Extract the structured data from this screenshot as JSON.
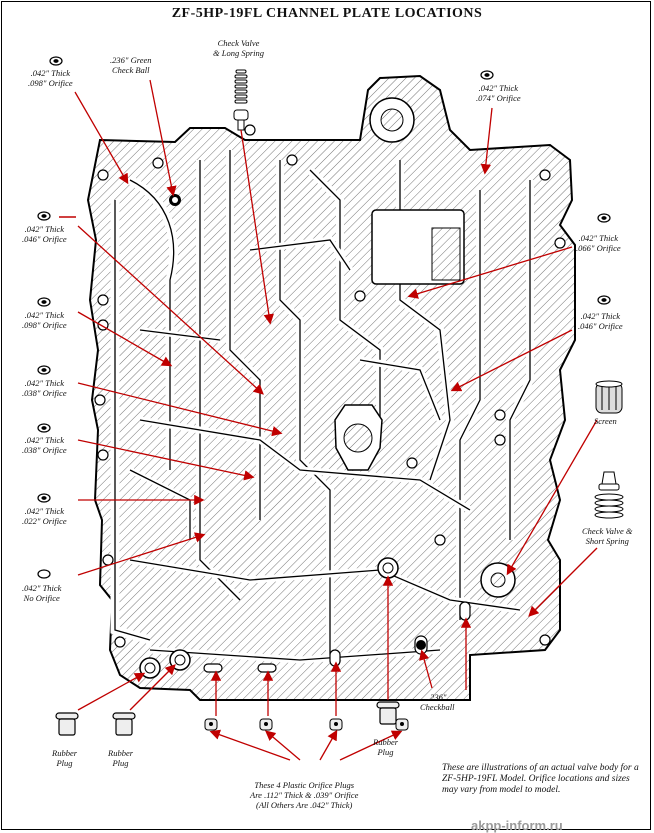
{
  "title": "ZF-5HP-19FL CHANNEL PLATE LOCATIONS",
  "callouts": {
    "orifice_042_098_top": ".042\" Thick\n.098\" Orifice",
    "green_check_ball": ".236\" Green\nCheck Ball",
    "check_valve_long": "Check Valve\n& Long Spring",
    "orifice_042_074": ".042\" Thick\n.074\" Orifice",
    "orifice_042_046_left": ".042\" Thick\n.046\" Orifice",
    "orifice_042_066": ".042\" Thick\n.066\" Orifice",
    "orifice_042_098_mid": ".042\" Thick\n.098\" Orifice",
    "orifice_042_046_right": ".042\" Thick\n.046\" Orifice",
    "orifice_042_038_a": ".042\" Thick\n.038\" Orifice",
    "screen": "Screen",
    "orifice_042_038_b": ".042\" Thick\n.038\" Orifice",
    "orifice_042_022": ".042\" Thick\n.022\" Orifice",
    "check_valve_short": "Check Valve &\nShort Spring",
    "no_orifice": ".042\" Thick\nNo Orifice",
    "checkball_236": ".236\"\nCheckball",
    "rubber_plug_1": "Rubber\nPlug",
    "rubber_plug_2": "Rubber\nPlug",
    "rubber_plug_3": "Rubber\nPlug",
    "plastic_plugs_note": "These 4 Plastic Orifice Plugs\nAre .112\" Thick & .039\" Orifice\n(All Others Are .042\" Thick)"
  },
  "footnote": "These are illustrations of an actual valve body for a ZF-5HP-19FL Model.  Orifice locations and sizes may vary from model to model.",
  "watermark": "akpp-inform.ru",
  "colors": {
    "arrow": "#c00000",
    "ink": "#111111"
  }
}
